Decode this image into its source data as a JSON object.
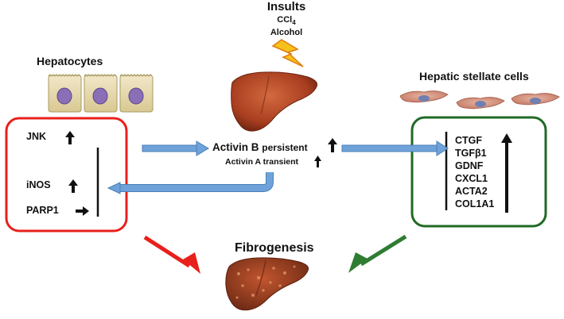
{
  "insults": {
    "title": "Insults",
    "agent_1": "CCl",
    "agent_1_sub": "4",
    "agent_2": "Alcohol"
  },
  "hepatocytes": {
    "title": "Hepatocytes",
    "markers": [
      {
        "name": "JNK",
        "arrow": "up"
      },
      {
        "name": "iNOS",
        "arrow": "up"
      },
      {
        "name": "PARP1",
        "arrow": "right"
      }
    ]
  },
  "stellate": {
    "title": "Hepatic stellate cells",
    "markers": [
      "CTGF",
      "TGFβ1",
      "GDNF",
      "CXCL1",
      "ACTA2",
      "COL1A1"
    ],
    "arrow": "up"
  },
  "activin": {
    "b_name": "Activin B",
    "b_state": "persistent",
    "a_label": "Activin A transient"
  },
  "outcome": {
    "title": "Fibrogenesis"
  },
  "colors": {
    "hepatocyte_box": "#e8201c",
    "stellate_box": "#1f6a24",
    "flow_arrow": "#6fa2d8",
    "hepatocyte_arrow": "#e8201c",
    "stellate_arrow": "#2e7d32",
    "liver": "#b5482a",
    "lightning": "#f6c21a"
  },
  "icons": [
    "hepatocyte-cells-icon",
    "stellate-cells-icon",
    "liver-icon",
    "lightning-icon",
    "fibrotic-liver-icon"
  ]
}
